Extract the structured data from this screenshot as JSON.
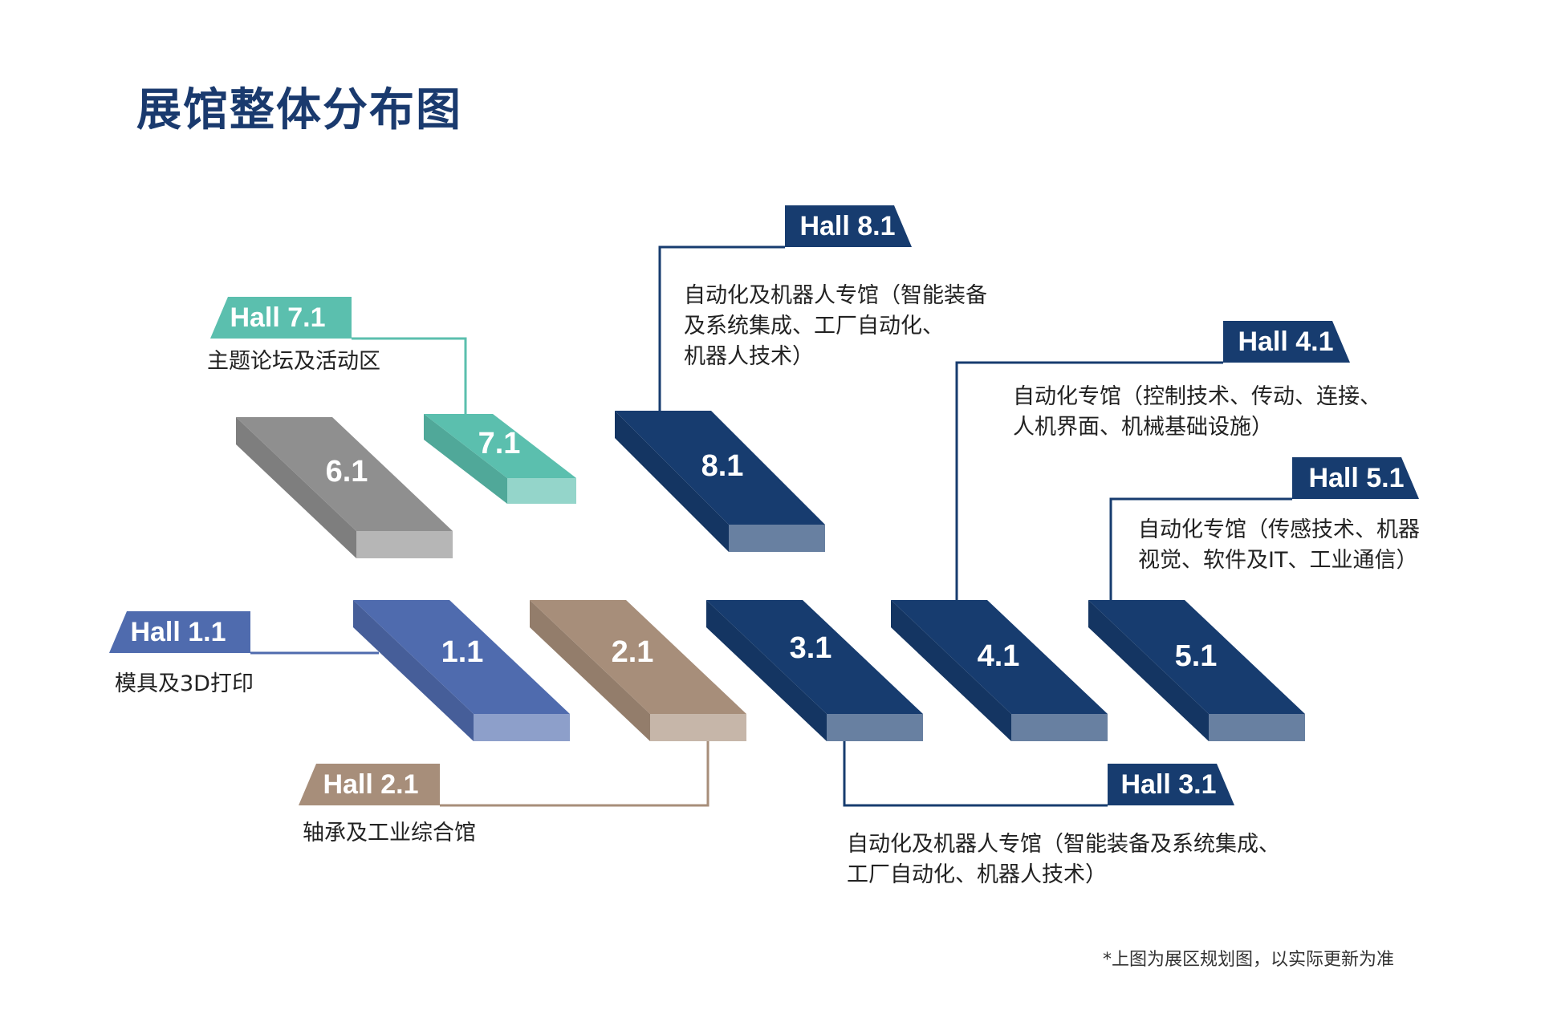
{
  "title": "展馆整体分布图",
  "footnote": "*上图为展区规划图，以实际更新为准",
  "colors": {
    "navy": "#173c6f",
    "teal": "#5bbfae",
    "gray": "#8f8f8f",
    "blue": "#4f6bae",
    "tan": "#a78e7a"
  },
  "halls": [
    {
      "id": "6.1",
      "color": "gray"
    },
    {
      "id": "7.1",
      "color": "teal"
    },
    {
      "id": "8.1",
      "color": "navy"
    },
    {
      "id": "1.1",
      "color": "blue"
    },
    {
      "id": "2.1",
      "color": "tan"
    },
    {
      "id": "3.1",
      "color": "navy"
    },
    {
      "id": "4.1",
      "color": "navy"
    },
    {
      "id": "5.1",
      "color": "navy"
    }
  ],
  "tags": [
    {
      "hall": "8.1",
      "label": "Hall 8.1",
      "color": "navy",
      "desc": [
        "自动化及机器人专馆（智能装备",
        "及系统集成、工厂自动化、",
        "机器人技术）"
      ]
    },
    {
      "hall": "7.1",
      "label": "Hall 7.1",
      "color": "teal",
      "desc": [
        "主题论坛及活动区"
      ]
    },
    {
      "hall": "4.1",
      "label": "Hall 4.1",
      "color": "navy",
      "desc": [
        "自动化专馆（控制技术、传动、连接、",
        "人机界面、机械基础设施）"
      ]
    },
    {
      "hall": "5.1",
      "label": "Hall 5.1",
      "color": "navy",
      "desc": [
        "自动化专馆（传感技术、机器",
        "视觉、软件及IT、工业通信）"
      ]
    },
    {
      "hall": "1.1",
      "label": "Hall 1.1",
      "color": "blue",
      "desc": [
        "模具及3D打印"
      ]
    },
    {
      "hall": "2.1",
      "label": "Hall 2.1",
      "color": "tan",
      "desc": [
        "轴承及工业综合馆"
      ]
    },
    {
      "hall": "3.1",
      "label": "Hall 3.1",
      "color": "navy",
      "desc": [
        "自动化及机器人专馆（智能装备及系统集成、",
        "工厂自动化、机器人技术）"
      ]
    }
  ]
}
